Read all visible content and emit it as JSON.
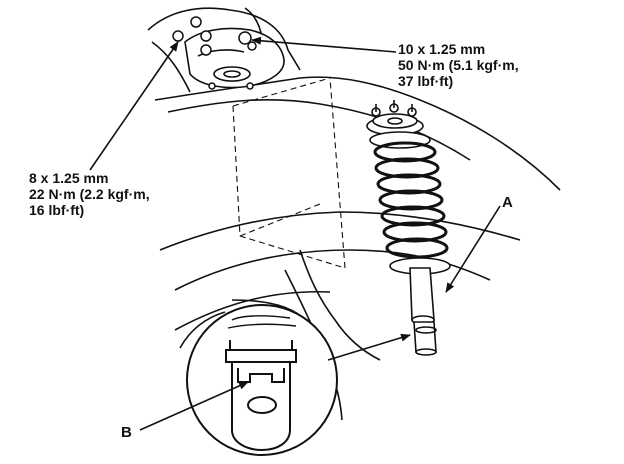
{
  "callouts": {
    "upper": {
      "bolt_size": "10 x 1.25 mm",
      "torque_line1": "50 N·m (5.1 kgf·m,",
      "torque_line2": "37 lbf·ft)"
    },
    "lower": {
      "bolt_size": "8 x 1.25 mm",
      "torque_line1": "22 N·m (2.2 kgf·m,",
      "torque_line2": "16 lbf·ft)"
    }
  },
  "labels": {
    "a": "A",
    "b": "B"
  },
  "colors": {
    "line": "#111111",
    "background": "#ffffff"
  }
}
